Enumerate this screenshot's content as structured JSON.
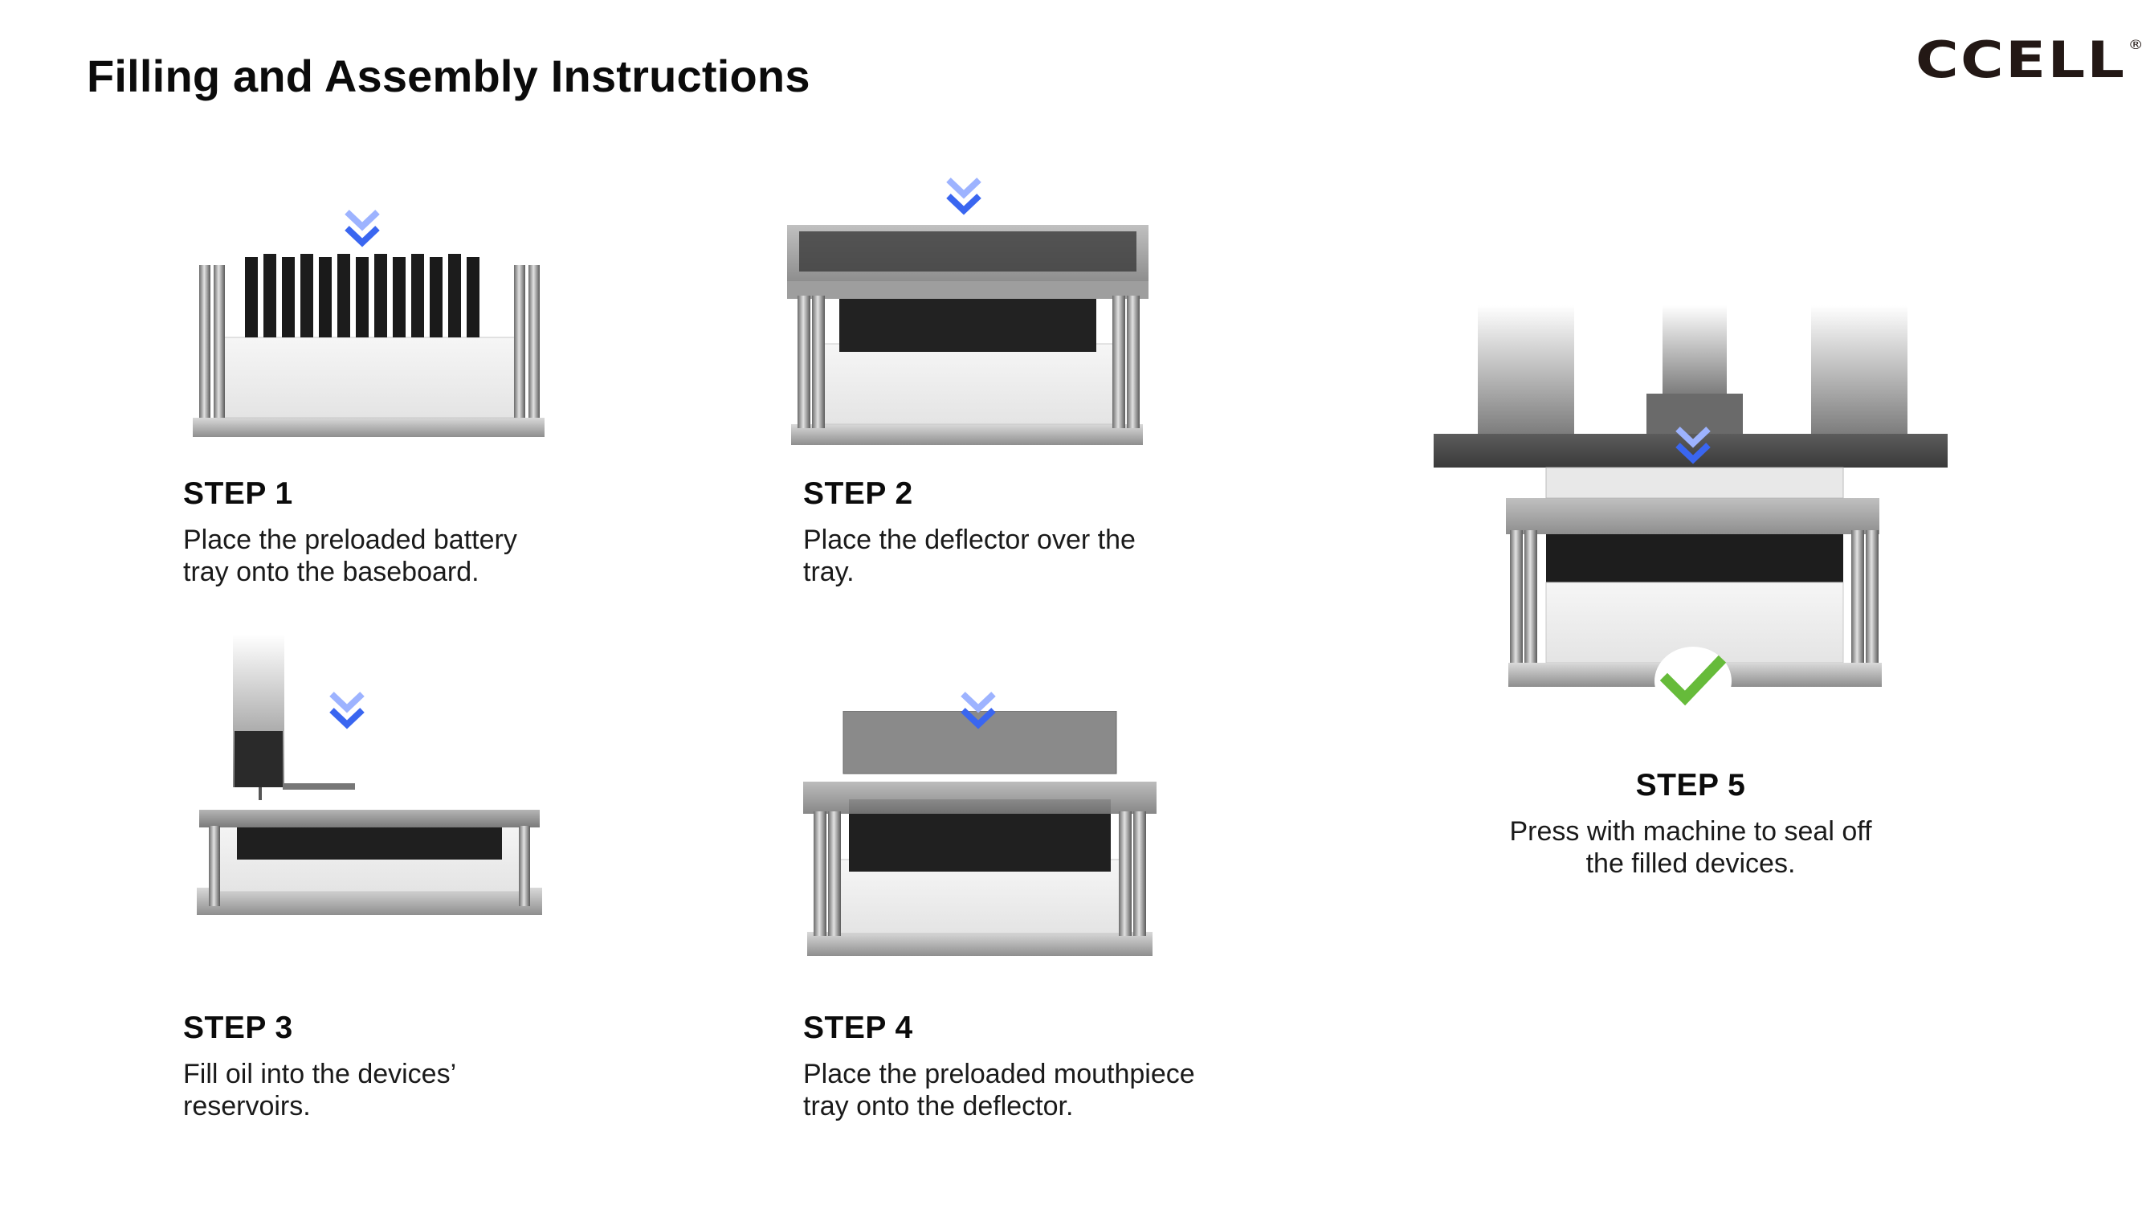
{
  "header": {
    "title": "Filling and Assembly Instructions",
    "brand": "CCELL",
    "brand_mark": "®"
  },
  "colors": {
    "arrow_blue": "#3a66f0",
    "check_green": "#66bb3a",
    "dark_metal": "#4a4a4a",
    "device_black": "#1a1a1a"
  },
  "steps": [
    {
      "label": "STEP 1",
      "line1": "Place the preloaded battery",
      "line2": "tray onto the baseboard.",
      "icon": "battery-tray-illustration"
    },
    {
      "label": "STEP 2",
      "line1": "Place the deflector over the",
      "line2": "tray.",
      "icon": "deflector-illustration"
    },
    {
      "label": "STEP 3",
      "line1": "Fill oil into the devices’",
      "line2": "reservoirs.",
      "icon": "oil-filling-illustration"
    },
    {
      "label": "STEP 4",
      "line1": "Place the preloaded mouthpiece",
      "line2": "tray onto the deflector.",
      "icon": "mouthpiece-tray-illustration"
    },
    {
      "label": "STEP 5",
      "line1": "Press with machine to seal off",
      "line2": "the filled devices.",
      "icon": "press-machine-illustration"
    }
  ]
}
